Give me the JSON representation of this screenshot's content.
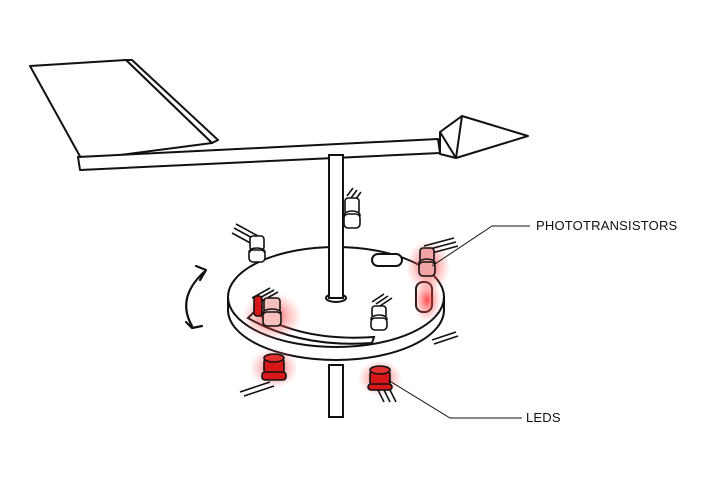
{
  "labels": {
    "phototransistors": "PHOTOTRANSISTORS",
    "leds": "LEDS"
  },
  "colors": {
    "stroke": "#111111",
    "fill": "#ffffff",
    "led_red": "#d81818",
    "glow_red": "#ff2a2a",
    "photo_lit": "#f2a3a3"
  },
  "icons": {
    "rotation": "double-headed-curved-arrow"
  }
}
